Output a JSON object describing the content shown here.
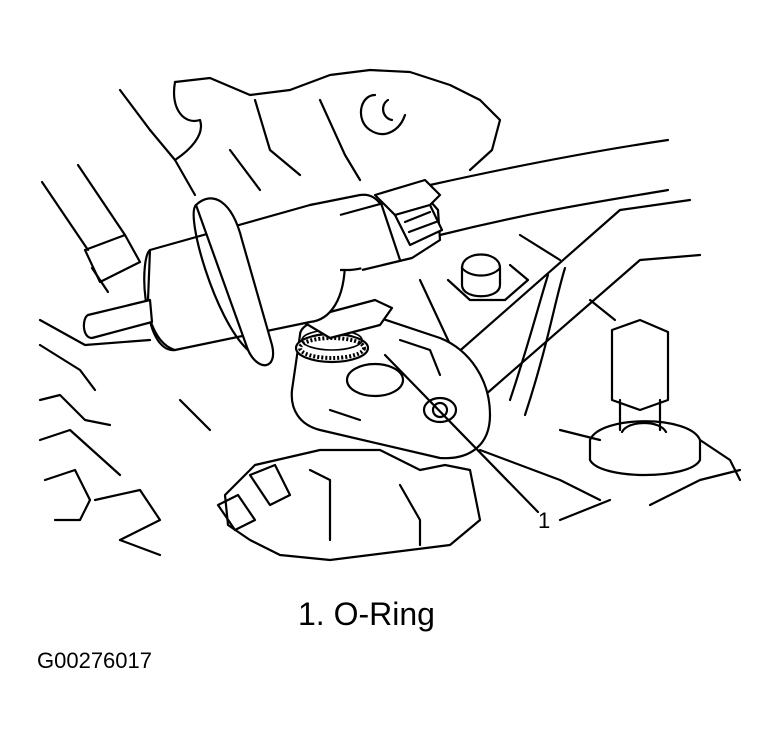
{
  "callout": {
    "number": "1"
  },
  "caption": {
    "text": "1. O-Ring"
  },
  "figure_id": "G00276017"
}
